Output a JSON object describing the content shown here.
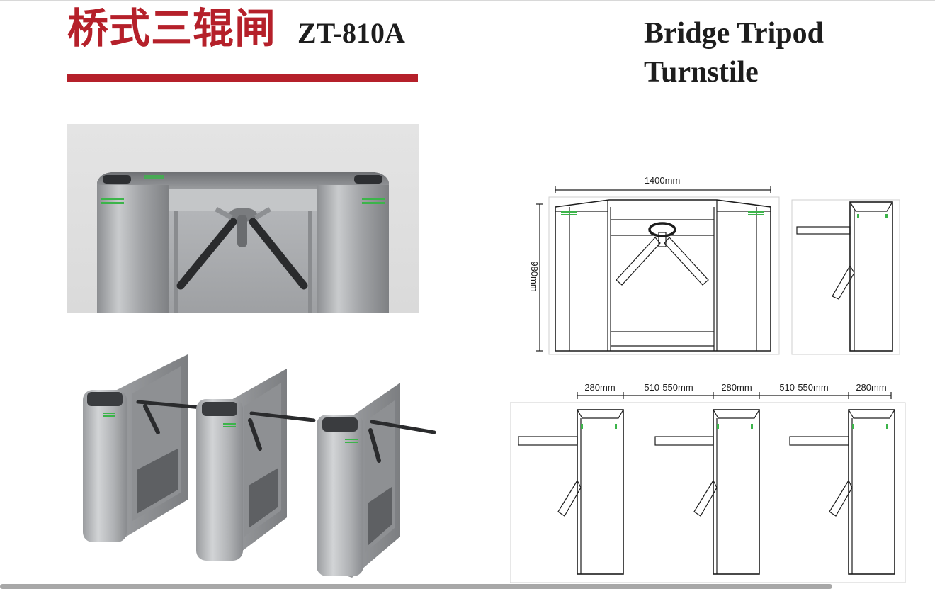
{
  "header": {
    "title_cn": "桥式三辊闸",
    "model": "ZT-810A",
    "title_en_line1": "Bridge Tripod",
    "title_en_line2": "Turnstile"
  },
  "drawing": {
    "width_dim": "1400mm",
    "height_dim": "980mm",
    "spacing_dims": [
      "280mm",
      "510-550mm",
      "280mm",
      "510-550mm",
      "280mm"
    ]
  },
  "colors": {
    "brand_red": "#b5202a",
    "indicator_green": "#3cb44a",
    "steel": "#a9abae"
  }
}
